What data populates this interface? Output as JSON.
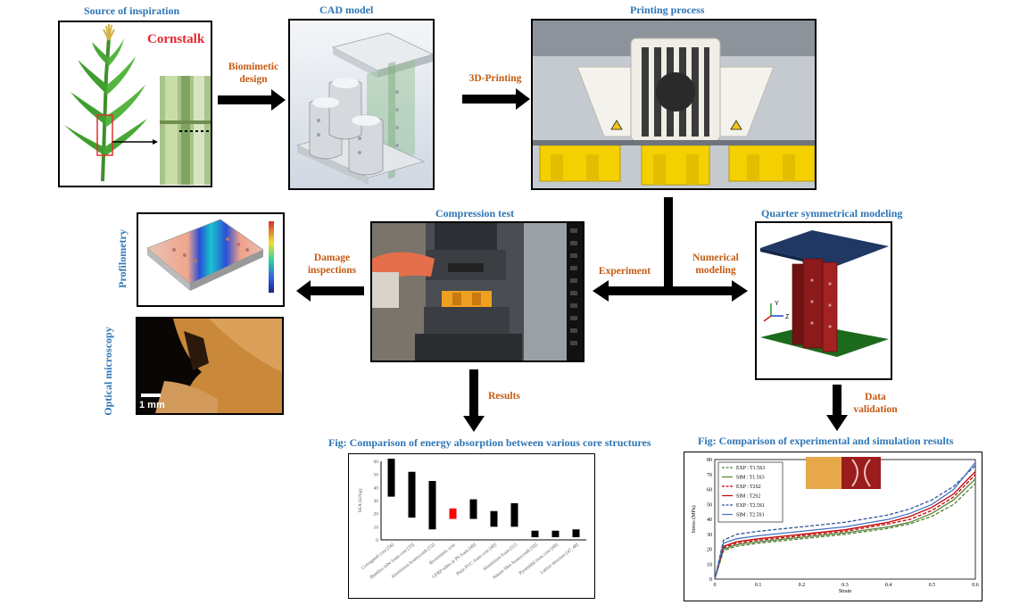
{
  "titles": {
    "inspiration": "Source of inspiration",
    "cad": "CAD model",
    "printing": "Printing process",
    "compression": "Compression test",
    "quarter": "Quarter symmetrical modeling",
    "profilometry": "Profilometry",
    "optical": "Optical microscopy"
  },
  "inspiration_label": "Cornstalk",
  "scale_bar": "1 mm",
  "arrows": {
    "biomimetic": "Biomimetic design",
    "printing3d": "3D-Printing",
    "damage": "Damage inspections",
    "experiment": "Experiment",
    "numerical": "Numerical modeling",
    "results": "Results",
    "data_validation": "Data validation"
  },
  "colors": {
    "title_blue": "#2e75b6",
    "arrow_orange": "#c55a11",
    "highlight_red": "#ff0000"
  },
  "chart_data": [
    {
      "type": "bar",
      "title": "Fig: Comparison  of energy absorption  between  various  core structures",
      "ylabel": "SEA (kJ/kg)",
      "ylim": [
        0,
        60
      ],
      "yticks": [
        0,
        10,
        20,
        30,
        40,
        50,
        60
      ],
      "categories": [
        "Corrugated core [34]",
        "Bamboo tube foam core [33]",
        "Aluminium honeycomb [52]",
        "Biomimetic core",
        "GFRP tubes in PS foam [40]",
        "Plain PVC foam core [40]",
        "Aluminium foam [51]",
        "Nature fiber honeycomb [50]",
        "Pyramidal truss core [49]",
        "Lattice structure [47, 48]"
      ],
      "ranges": [
        [
          33,
          62
        ],
        [
          17,
          52
        ],
        [
          8,
          45
        ],
        [
          16,
          24
        ],
        [
          16,
          31
        ],
        [
          10,
          22
        ],
        [
          10,
          28
        ],
        [
          2,
          7
        ],
        [
          2,
          7
        ],
        [
          2,
          8
        ]
      ],
      "highlight_index": 3
    },
    {
      "type": "line",
      "title": "Fig: Comparison  of experimental  and simulation  results",
      "xlabel": "Strain",
      "ylabel": "Stress (MPa)",
      "xlim": [
        0,
        0.6
      ],
      "ylim": [
        0,
        80
      ],
      "xticks": [
        0,
        0.1,
        0.2,
        0.3,
        0.4,
        0.5,
        0.6
      ],
      "yticks": [
        0,
        10,
        20,
        30,
        40,
        50,
        60,
        70,
        80
      ],
      "legend_position": "top-left",
      "series": [
        {
          "name": "EXP : T1.5S3",
          "color": "#548235",
          "dash": true,
          "points": [
            [
              0,
              0
            ],
            [
              0.02,
              19
            ],
            [
              0.05,
              22
            ],
            [
              0.1,
              24
            ],
            [
              0.2,
              27
            ],
            [
              0.3,
              30
            ],
            [
              0.4,
              34
            ],
            [
              0.45,
              37
            ],
            [
              0.5,
              42
            ],
            [
              0.55,
              50
            ],
            [
              0.6,
              64
            ]
          ]
        },
        {
          "name": "SIM : T1.5S3",
          "color": "#548235",
          "dash": false,
          "points": [
            [
              0,
              0
            ],
            [
              0.02,
              20
            ],
            [
              0.05,
              23
            ],
            [
              0.1,
              25
            ],
            [
              0.2,
              28
            ],
            [
              0.3,
              31
            ],
            [
              0.4,
              35
            ],
            [
              0.45,
              38
            ],
            [
              0.5,
              44
            ],
            [
              0.55,
              53
            ],
            [
              0.6,
              67
            ]
          ]
        },
        {
          "name": "EXP : T2S2",
          "color": "#c00000",
          "dash": true,
          "points": [
            [
              0,
              0
            ],
            [
              0.02,
              21
            ],
            [
              0.05,
              24
            ],
            [
              0.1,
              26
            ],
            [
              0.2,
              29
            ],
            [
              0.3,
              32
            ],
            [
              0.4,
              37
            ],
            [
              0.45,
              40
            ],
            [
              0.5,
              46
            ],
            [
              0.55,
              55
            ],
            [
              0.6,
              70
            ]
          ]
        },
        {
          "name": "SIM : T2S2",
          "color": "#c00000",
          "dash": false,
          "points": [
            [
              0,
              0
            ],
            [
              0.02,
              22
            ],
            [
              0.05,
              25
            ],
            [
              0.1,
              27
            ],
            [
              0.2,
              30
            ],
            [
              0.3,
              33
            ],
            [
              0.4,
              38
            ],
            [
              0.45,
              42
            ],
            [
              0.5,
              48
            ],
            [
              0.55,
              57
            ],
            [
              0.6,
              72
            ]
          ]
        },
        {
          "name": "EXP : T2.5S1",
          "color": "#2f5597",
          "dash": true,
          "points": [
            [
              0,
              0
            ],
            [
              0.02,
              26
            ],
            [
              0.05,
              30
            ],
            [
              0.1,
              32
            ],
            [
              0.2,
              35
            ],
            [
              0.3,
              38
            ],
            [
              0.4,
              43
            ],
            [
              0.45,
              47
            ],
            [
              0.5,
              53
            ],
            [
              0.55,
              62
            ],
            [
              0.6,
              76
            ]
          ]
        },
        {
          "name": "SIM : T2.5S1",
          "color": "#4472c4",
          "dash": false,
          "points": [
            [
              0,
              0
            ],
            [
              0.02,
              24
            ],
            [
              0.05,
              27
            ],
            [
              0.1,
              29
            ],
            [
              0.2,
              32
            ],
            [
              0.3,
              35
            ],
            [
              0.4,
              40
            ],
            [
              0.45,
              44
            ],
            [
              0.5,
              50
            ],
            [
              0.55,
              60
            ],
            [
              0.6,
              78
            ]
          ]
        }
      ]
    }
  ]
}
